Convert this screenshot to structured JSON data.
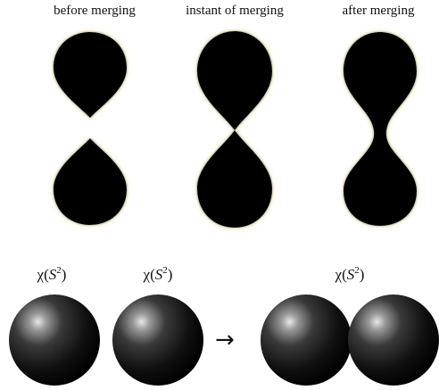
{
  "panels": {
    "before": {
      "caption": "before merging"
    },
    "instant": {
      "caption": "instant of merging"
    },
    "after": {
      "caption": "after merging"
    }
  },
  "spheres": {
    "first_label": {
      "chi": "χ(",
      "s": "S",
      "exp": "2",
      "close": ")"
    },
    "second_label": {
      "chi": "χ(",
      "s": "S",
      "exp": "2",
      "close": ")"
    },
    "merged_label": {
      "chi": "χ(",
      "s": "S",
      "exp": "2",
      "close": ")"
    },
    "arrow": "→"
  },
  "colors": {
    "shape_fill": "#000000",
    "glow_inner": "#0d6f7a",
    "glow_outer": "#f2dc9a"
  }
}
